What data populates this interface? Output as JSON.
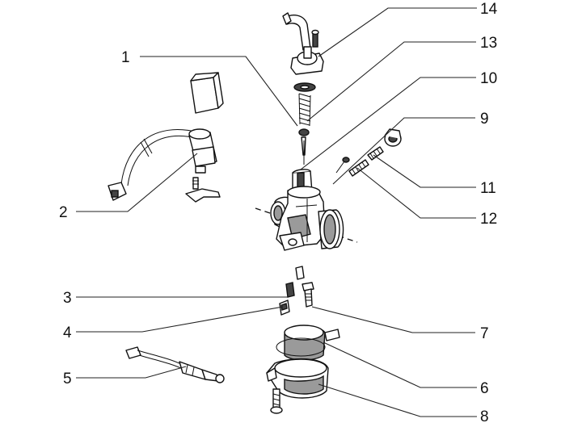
{
  "callouts": [
    {
      "id": "c1",
      "number": "1"
    },
    {
      "id": "c2",
      "number": "2"
    },
    {
      "id": "c3",
      "number": "3"
    },
    {
      "id": "c4",
      "number": "4"
    },
    {
      "id": "c5",
      "number": "5"
    },
    {
      "id": "c6",
      "number": "6"
    },
    {
      "id": "c7",
      "number": "7"
    },
    {
      "id": "c8",
      "number": "8"
    },
    {
      "id": "c9",
      "number": "9"
    },
    {
      "id": "c10",
      "number": "10"
    },
    {
      "id": "c11",
      "number": "11"
    },
    {
      "id": "c12",
      "number": "12"
    },
    {
      "id": "c13",
      "number": "13"
    },
    {
      "id": "c14",
      "number": "14"
    }
  ]
}
